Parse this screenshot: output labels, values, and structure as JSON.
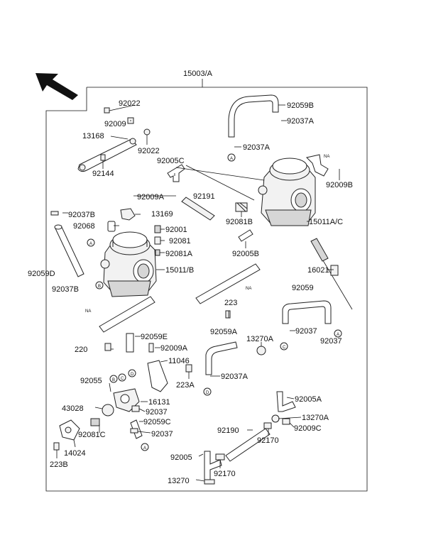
{
  "diagram": {
    "assembly_label": "15003/A",
    "labels": {
      "l92022a": "92022",
      "l92009": "92009",
      "l13168": "13168",
      "l92022b": "92022",
      "l92144": "92144",
      "l92005c": "92005C",
      "l92009a_top": "92009A",
      "l92191": "92191",
      "l92037b": "92037B",
      "l13169": "13169",
      "l92068": "92068",
      "l92001": "92001",
      "l92081": "92081",
      "l92081a": "92081A",
      "l15011b": "15011/B",
      "l92059d": "92059D",
      "l92037b2": "92037B",
      "l92059b": "92059B",
      "l92037a_top": "92037A",
      "l92037a_mid": "92037A",
      "l92009b": "92009B",
      "l92081b": "92081B",
      "l15011ac": "15011A/C",
      "l92005b": "92005B",
      "l16021": "16021",
      "l92059": "92059",
      "l223": "223",
      "l92059e": "92059E",
      "l92059a": "92059A",
      "l13270a_top": "13270A",
      "l92037_r1": "92037",
      "l92037_r2": "92037",
      "l220": "220",
      "l92009a_bot": "92009A",
      "l11046": "11046",
      "l92037a_bot": "92037A",
      "l223a": "223A",
      "l92055": "92055",
      "l16131": "16131",
      "l43028": "43028",
      "l92037_c1": "92037",
      "l92059c": "92059C",
      "l92037_c2": "92037",
      "l92081c": "92081C",
      "l14024": "14024",
      "l223b": "223B",
      "l92005a": "92005A",
      "l13270a_r": "13270A",
      "l92009c": "92009C",
      "l92190": "92190",
      "l92170a": "92170",
      "l92005": "92005",
      "l92170b": "92170",
      "l13270": "13270"
    },
    "callouts": {
      "a1": "A",
      "a2": "A",
      "a3": "A",
      "a4": "A",
      "b1": "B",
      "b2": "B",
      "c1": "C",
      "c2": "C",
      "d1": "D",
      "d2": "D"
    },
    "na": {
      "na1": "NA",
      "na2": "NA",
      "na3": "NA"
    }
  }
}
